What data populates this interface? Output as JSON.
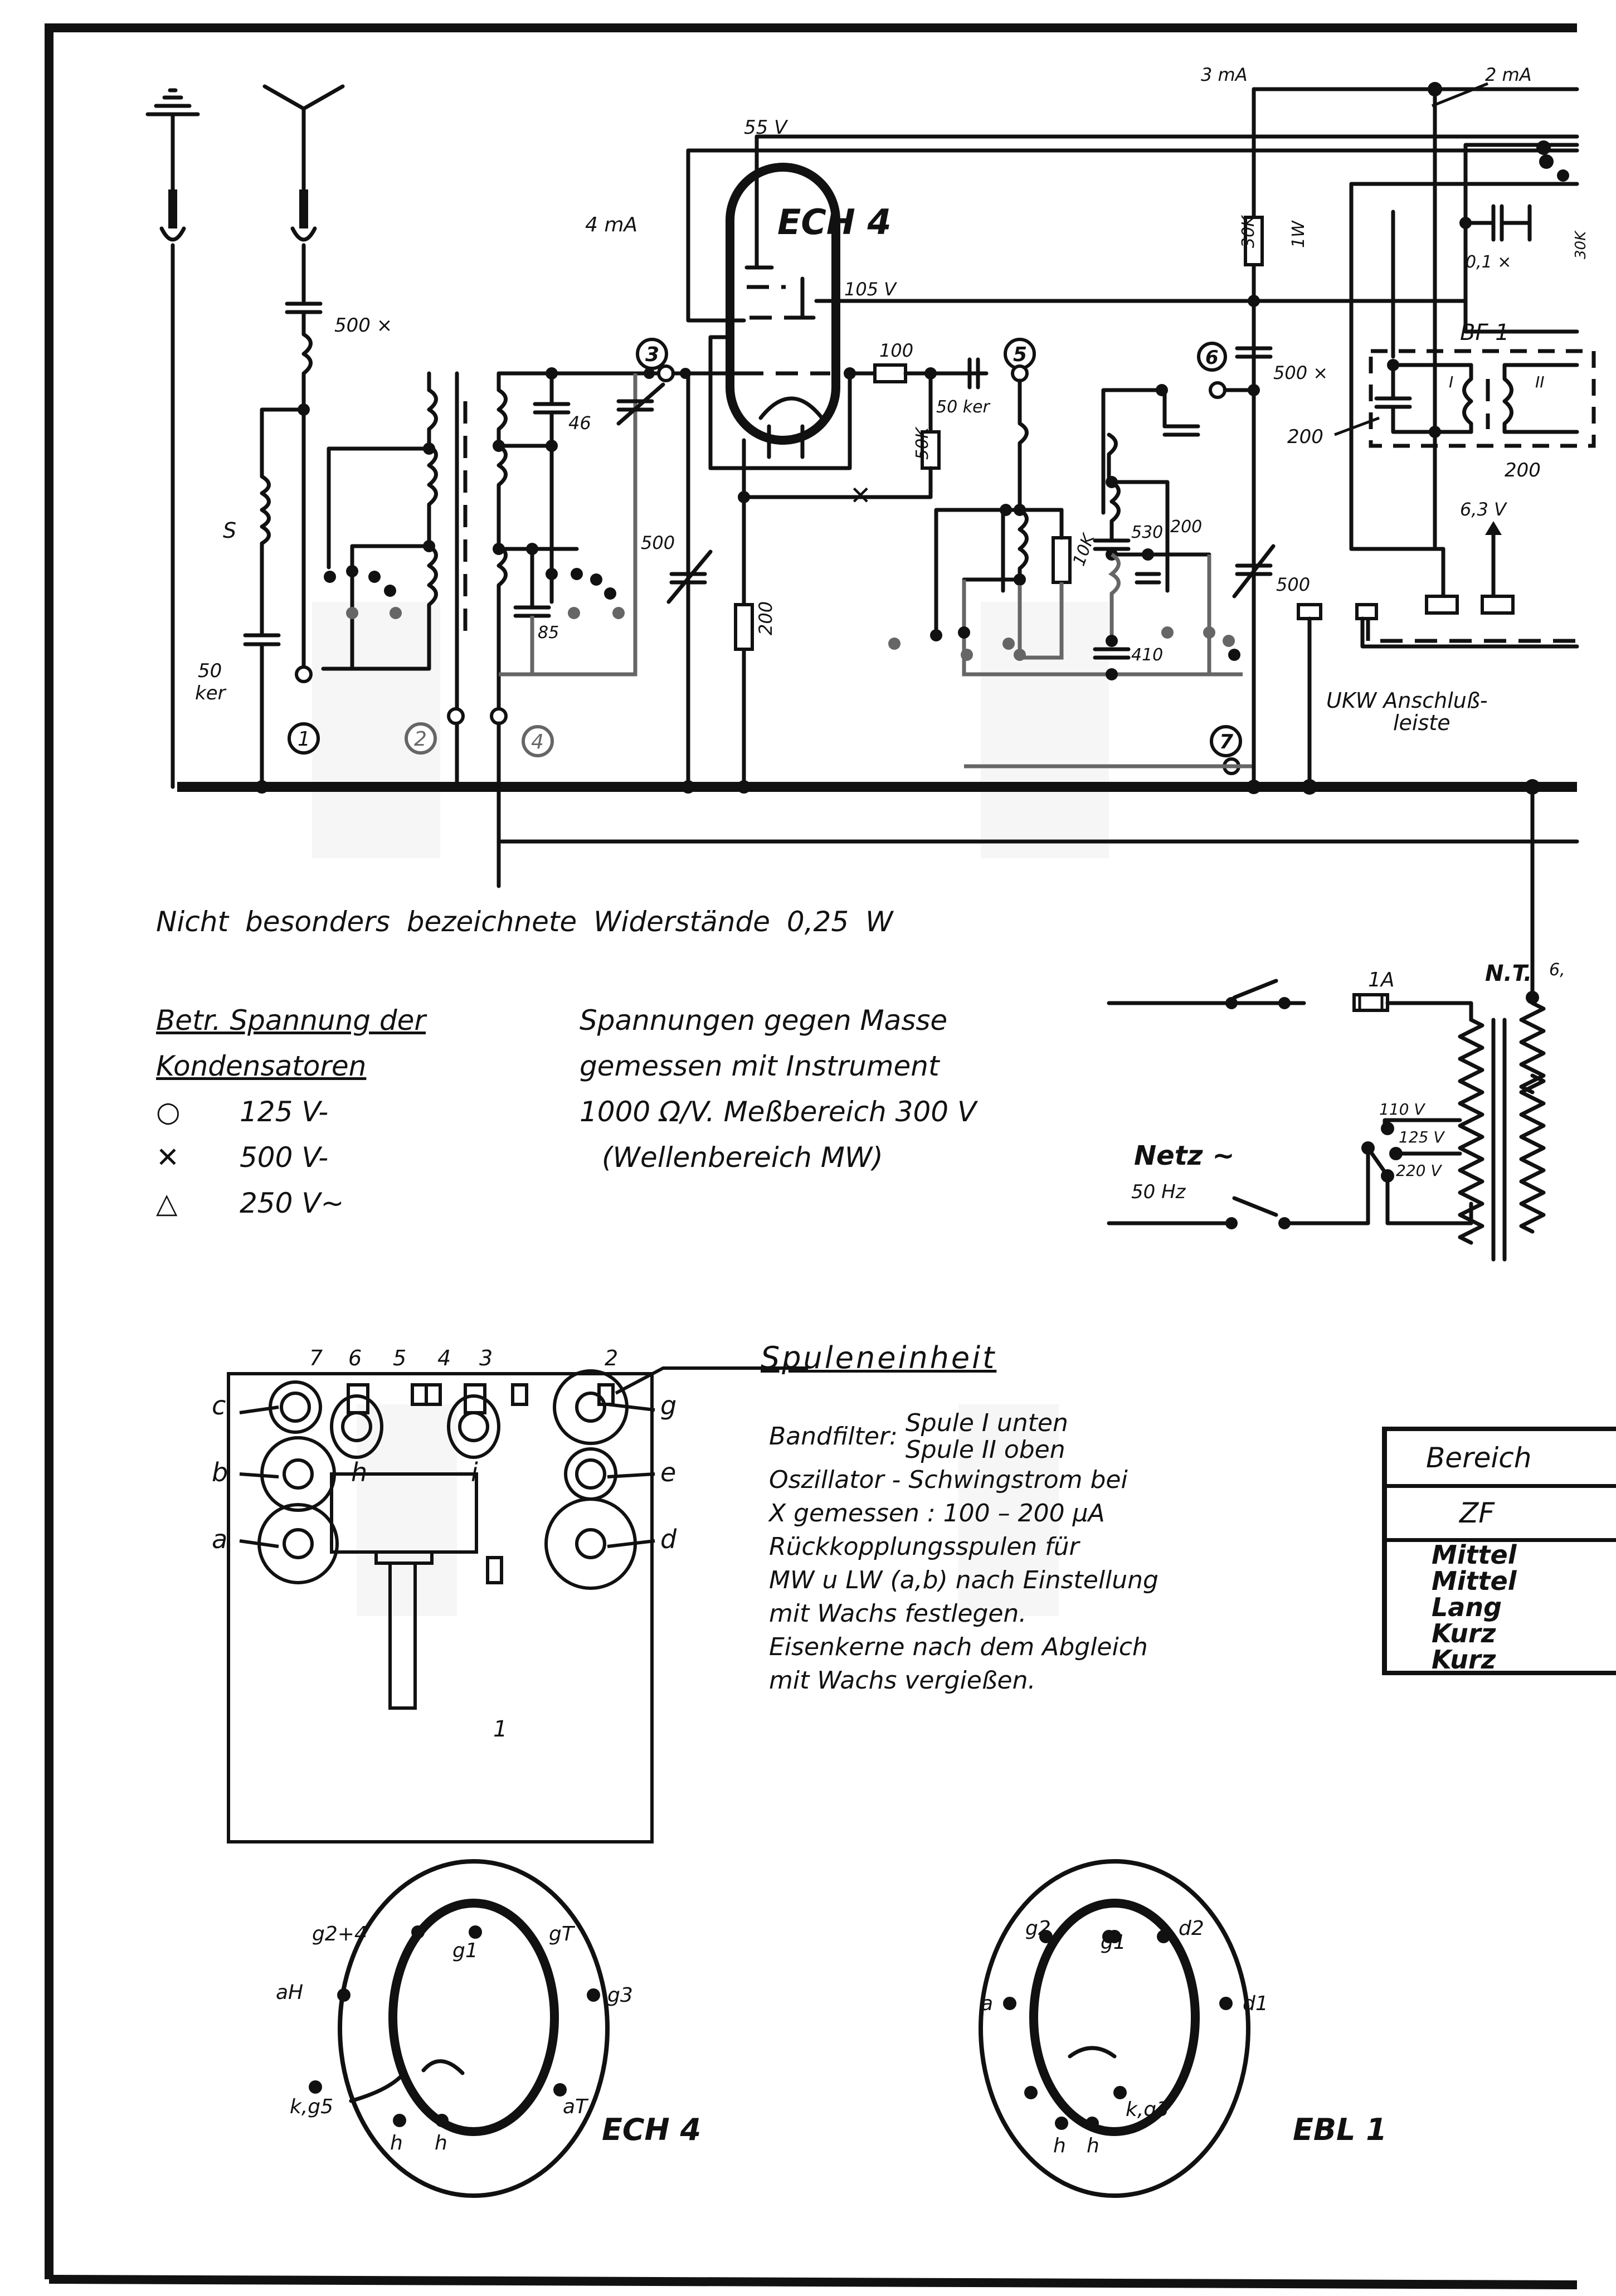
{
  "schematic": {
    "tube_main": "ECH 4",
    "voltages": {
      "screen_55": "55 V",
      "anode_105": "105 V",
      "heater": "6,3 V"
    },
    "currents": {
      "i4": "4 mA",
      "i3": "3 mA",
      "i2": "2 mA"
    },
    "terminals": [
      "1",
      "2",
      "3",
      "4",
      "5",
      "6",
      "7"
    ],
    "components": {
      "c_ant": "500 ×",
      "c_50ker": "50",
      "c_50ker_sub": "ker",
      "coil_s": "S",
      "c46": "46",
      "c85": "85",
      "c500_var_a": "500",
      "r200": "200",
      "r100": "100",
      "c50ker2": "50 ker",
      "r50k": "50K",
      "r10k": "10K",
      "c530": "530",
      "c200_trim": "200",
      "c410": "410",
      "c500_var_b": "500",
      "r30k": "30K",
      "r30k_w": "1W",
      "c500x": "500 ×",
      "c01x": "0,1 ×",
      "r30k_right": "30K",
      "bf1": "BF 1",
      "bf1_coil1": "I",
      "bf1_coil2": "II",
      "bf1_c200_left": "200",
      "bf1_c200_right": "200",
      "ukw_label_1": "UKW Anschluß-",
      "ukw_label_2": "leiste"
    },
    "mains": {
      "fuse": "1A",
      "transformer": "N.T.",
      "secondary_tap": "6,",
      "netz": "Netz ~",
      "freq": "50 Hz",
      "taps": [
        "110 V",
        "125 V",
        "220 V"
      ]
    }
  },
  "notes": {
    "resistor_note": "Nicht besonders bezeichnete Widerstände 0,25 W",
    "cap_rating_title_1": "Betr. Spannung der",
    "cap_rating_title_2": "Kondensatoren",
    "cap_ratings": [
      {
        "symbol": "circle-icon",
        "value": "125 V-"
      },
      {
        "symbol": "cross-icon",
        "value": "500 V-"
      },
      {
        "symbol": "triangle-icon",
        "value": "250 V~"
      }
    ],
    "measure_lines": [
      "Spannungen gegen Masse",
      "gemessen mit Instrument",
      "1000 Ω/V. Meßbereich 300 V",
      "(Wellenbereich MW)"
    ]
  },
  "coil_unit": {
    "title": "Spuleneinheit",
    "pins_top": [
      "7",
      "6",
      "5",
      "4",
      "3",
      "2"
    ],
    "pin_bottom": "1",
    "cores_left": [
      "c",
      "b",
      "a"
    ],
    "cores_right": [
      "g",
      "e",
      "d"
    ],
    "mid_labels": [
      "h",
      "i"
    ],
    "bandfilter_label": "Bandfilter:",
    "bandfilter_lines": [
      "Spule I unten",
      "Spule II oben"
    ],
    "text_lines": [
      "Oszillator - Schwingstrom bei",
      "X gemessen : 100 – 200 µA",
      "Rückkopplungsspulen für",
      "MW u LW (a,b) nach Einstellung",
      "mit Wachs festlegen.",
      "Eisenkerne nach dem Abgleich",
      "mit Wachs vergießen."
    ]
  },
  "range_table": {
    "header": "Bereich",
    "zf": "ZF",
    "rows": [
      "Mittel",
      "Mittel",
      "Lang",
      "Kurz",
      "Kurz"
    ]
  },
  "pinouts": [
    {
      "name": "ECH 4",
      "pins": [
        "g2+4",
        "g1",
        "gT",
        "aH",
        "g3",
        "k,g5",
        "aT",
        "h",
        "h"
      ]
    },
    {
      "name": "EBL 1",
      "pins": [
        "g2",
        "g1",
        "d2",
        "a",
        "d1",
        "k,g3",
        "h",
        "h"
      ]
    }
  ]
}
